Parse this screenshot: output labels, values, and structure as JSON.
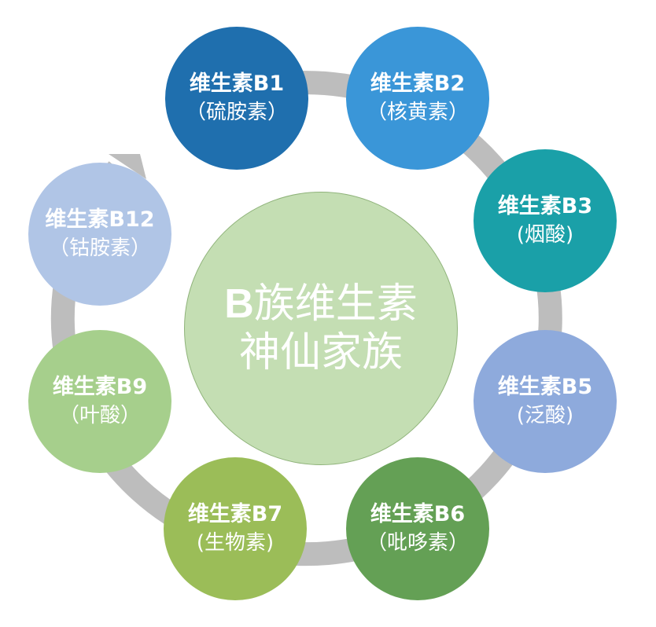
{
  "title": {
    "line1_prefix": "B",
    "line1_rest": "族维生素",
    "line2": "神仙家族",
    "color": "#c4deb3"
  },
  "ring": {
    "color": "#bdbdbd"
  },
  "nodes": [
    {
      "name": "维生素B1",
      "alias": "（硫胺素）",
      "color": "#1f6fae"
    },
    {
      "name": "维生素B2",
      "alias": "（核黄素）",
      "color": "#3a96d8"
    },
    {
      "name": "维生素B3",
      "alias": "(烟酸)",
      "color": "#1aa0a8"
    },
    {
      "name": "维生素B5",
      "alias": "(泛酸)",
      "color": "#8eaadc"
    },
    {
      "name": "维生素B6",
      "alias": "（吡哆素）",
      "color": "#64a055"
    },
    {
      "name": "维生素B7",
      "alias": "(生物素)",
      "color": "#9bbd58"
    },
    {
      "name": "维生素B9",
      "alias": "（叶酸）",
      "color": "#a6cf8c"
    },
    {
      "name": "维生素B12",
      "alias": "（钴胺素）",
      "color": "#b0c5e6"
    }
  ]
}
